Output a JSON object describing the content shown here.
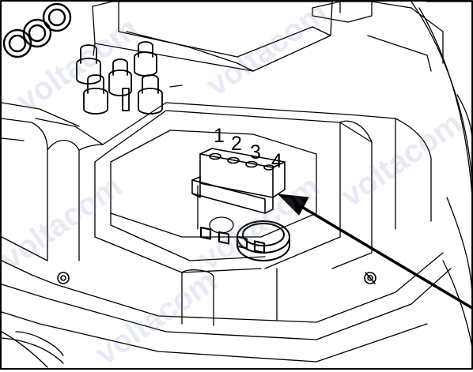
{
  "figure": {
    "terminal_labels": [
      "1",
      "2",
      "3",
      "4"
    ],
    "watermark_text": "voltacom"
  },
  "colors": {
    "line": "#000000",
    "background": "#ffffff",
    "watermark": "#8c9cd0"
  }
}
